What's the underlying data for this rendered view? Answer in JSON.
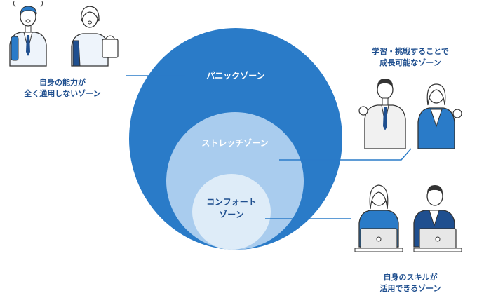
{
  "zones": {
    "panic": {
      "label": "パニックゾーン"
    },
    "stretch": {
      "label": "ストレッチゾーン"
    },
    "comfort": {
      "label_line1": "コンフォート",
      "label_line2": "ゾーン"
    }
  },
  "captions": {
    "panic": {
      "line1": "自身の能力が",
      "line2": "全く通用しないゾーン"
    },
    "stretch": {
      "line1": "学習・挑戦することで",
      "line2": "成長可能なゾーン"
    },
    "comfort": {
      "line1": "自身のスキルが",
      "line2": "活用できるゾーン"
    }
  },
  "colors": {
    "panic": "#2a7bc8",
    "stretch": "#a9ccee",
    "comfort": "#deecf8",
    "accent": "#1f4f8f",
    "line": "#2a7bc8"
  }
}
